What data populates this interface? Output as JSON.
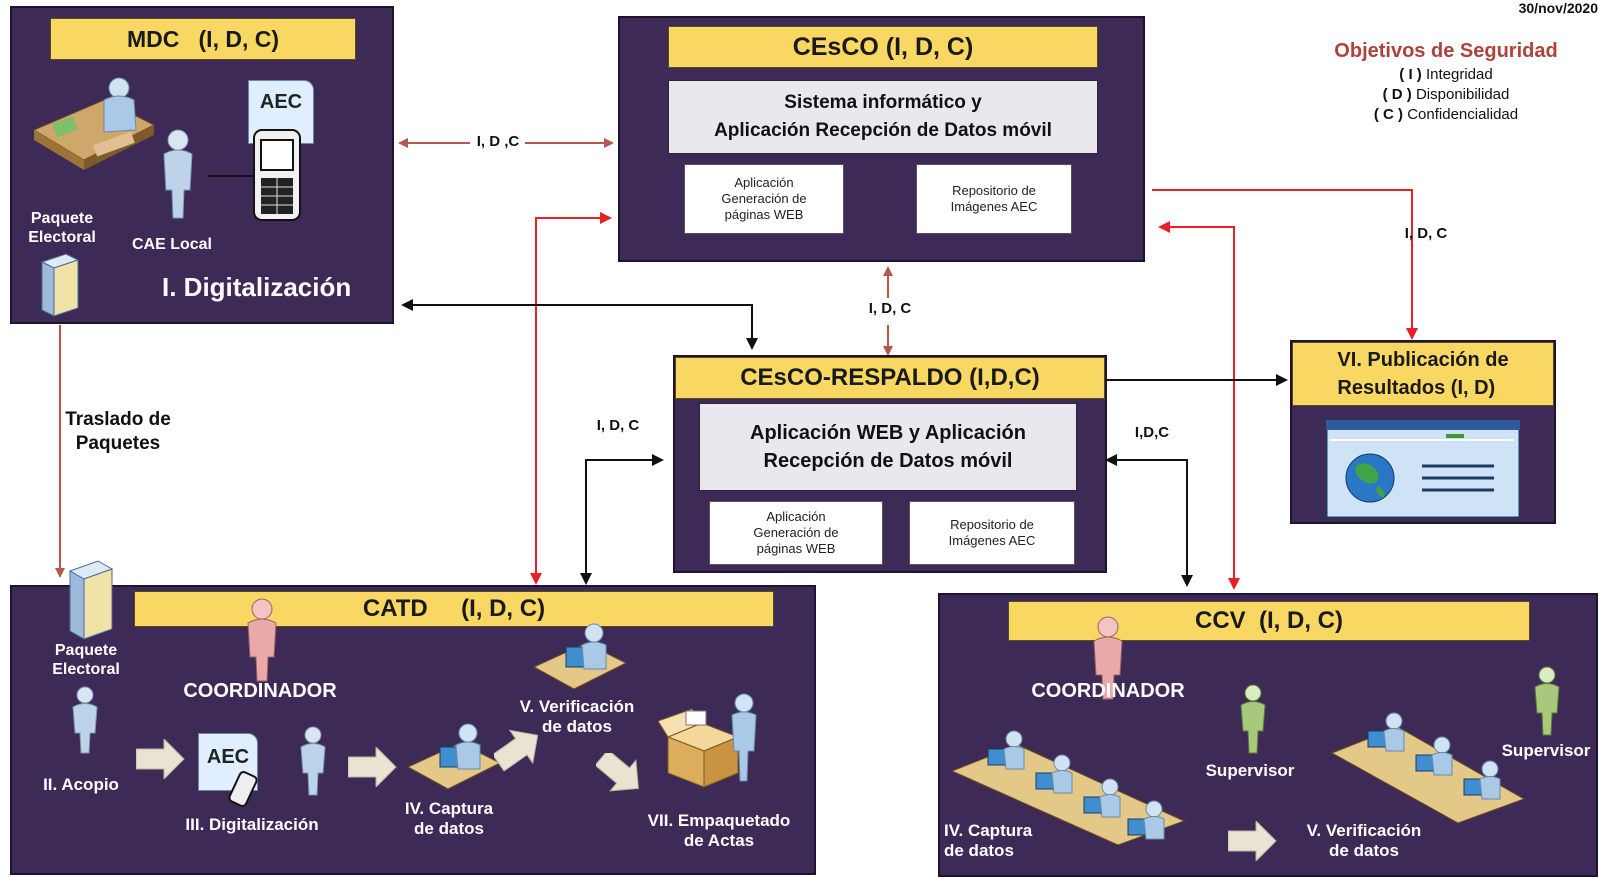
{
  "date": "30/nov/2020",
  "legend": {
    "title": "Objetivos de Seguridad",
    "items": [
      {
        "code": "( I )",
        "label": "Integridad"
      },
      {
        "code": "( D )",
        "label": "Disponibilidad"
      },
      {
        "code": "( C )",
        "label": "Confidencialidad"
      }
    ]
  },
  "mdc": {
    "title": "MDC   (I, D, C)",
    "aec": "AEC",
    "paquete": "Paquete\nElectoral",
    "cae": "CAE Local",
    "stage": "I. Digitalización"
  },
  "cesco": {
    "title": "CEsCO (I, D, C)",
    "system": "Sistema informático y\nAplicación Recepción de Datos móvil",
    "app_web": "Aplicación\nGeneración de\npáginas WEB",
    "repo": "Repositorio de\nImágenes AEC"
  },
  "respaldo": {
    "title": "CEsCO-RESPALDO (I,D,C)",
    "system": "Aplicación WEB y Aplicación\nRecepción de Datos móvil",
    "app_web": "Aplicación\nGeneración de\npáginas WEB",
    "repo": "Repositorio de\nImágenes AEC"
  },
  "publicacion": {
    "title": "VI. Publicación de\nResultados     (I, D)"
  },
  "catd": {
    "title": "CATD     (I, D, C)",
    "paquete": "Paquete\nElectoral",
    "coordinador": "COORDINADOR",
    "acopio": "II. Acopio",
    "aec": "AEC",
    "digitalizacion": "III. Digitalización",
    "captura": "IV. Captura\nde datos",
    "verificacion": "V. Verificación\nde datos",
    "empaquetado": "VII. Empaquetado\nde Actas"
  },
  "ccv": {
    "title": "CCV  (I, D, C)",
    "coordinador": "COORDINADOR",
    "supervisor1": "Supervisor",
    "supervisor2": "Supervisor",
    "captura": "IV. Captura\nde datos",
    "verificacion": "V. Verificación\nde datos"
  },
  "links": {
    "mdc_cesco": "I, D ,C",
    "cesco_respaldo": "I, D, C",
    "cesco_publicacion": "I, D, C",
    "respaldo_catd": "I, D, C",
    "respaldo_ccv": "I,D,C",
    "traslado": "Traslado de\nPaquetes"
  },
  "colors": {
    "panel": "#3d2a57",
    "title_bar": "#f8d862",
    "legend_title": "#b0423c",
    "link_brown": "#b5574d",
    "link_red": "#e8202a",
    "link_black": "#111111"
  }
}
